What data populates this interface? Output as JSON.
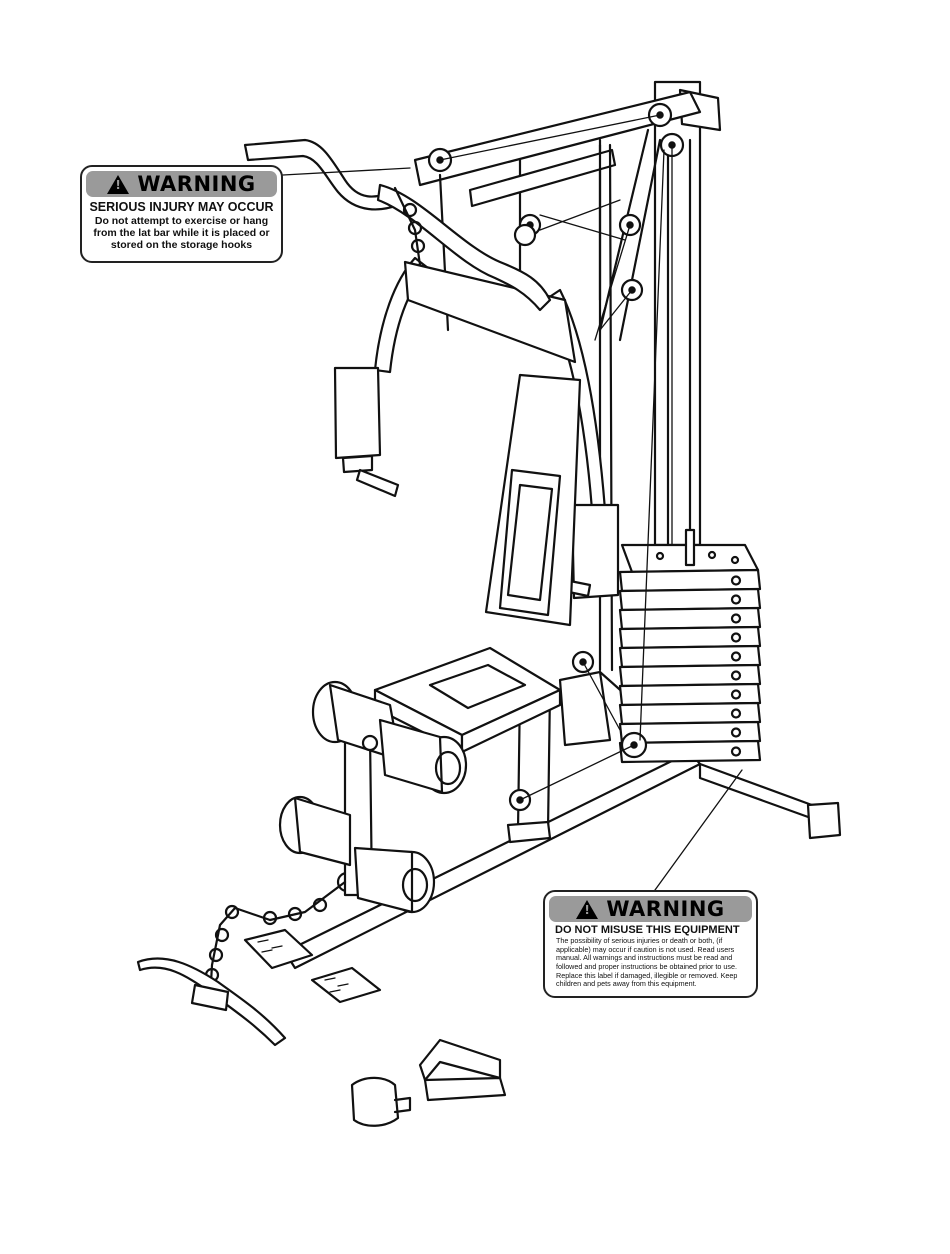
{
  "warning_labels": [
    {
      "header": "WARNING",
      "subtitle": "SERIOUS INJURY MAY OCCUR",
      "body": "Do not attempt to exercise or hang from the lat bar while it is placed or stored on the storage hooks"
    },
    {
      "header": "WARNING",
      "subtitle": "DO NOT MISUSE THIS EQUIPMENT",
      "body": "The possibility of serious injuries or death or both, (if applicable) may occur if caution is not used. Read users manual. All warnings and instructions must be read and followed and proper instructions be obtained prior to use. Replace this label if damaged, illegible or removed. Keep children and pets away from this equipment."
    }
  ],
  "colors": {
    "label_header": "#9a9a9a",
    "line": "#111111"
  }
}
